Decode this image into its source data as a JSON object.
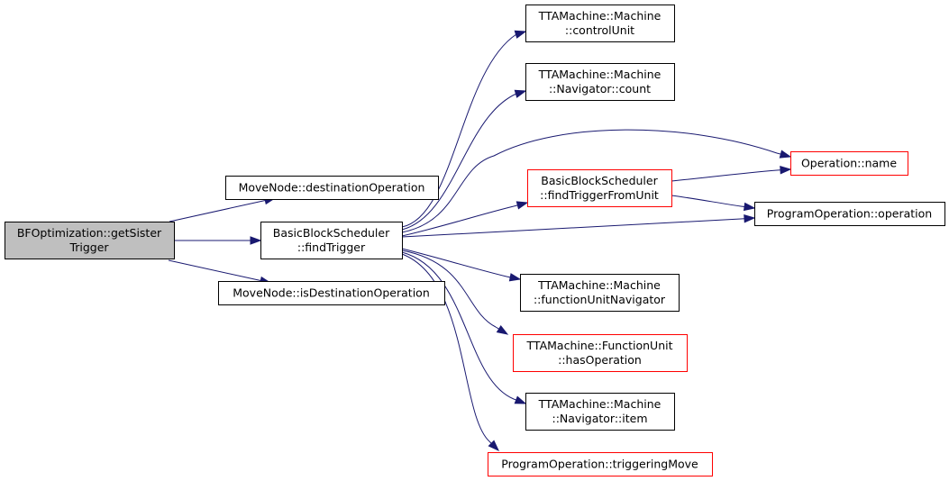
{
  "colors": {
    "edge": "#191970",
    "node_border_default": "#000000",
    "node_border_incomplete": "#ff0000",
    "node_fill_root": "#bfbfbf",
    "node_fill": "#ffffff"
  },
  "nodes": {
    "root": {
      "lines": [
        "BFOptimization::getSister",
        "Trigger"
      ]
    },
    "dest_op": {
      "lines": [
        "MoveNode::destinationOperation"
      ]
    },
    "find_trigger": {
      "lines": [
        "BasicBlockScheduler",
        "::findTrigger"
      ]
    },
    "is_dest_op": {
      "lines": [
        "MoveNode::isDestinationOperation"
      ]
    },
    "control_unit": {
      "lines": [
        "TTAMachine::Machine",
        "::controlUnit"
      ]
    },
    "nav_count": {
      "lines": [
        "TTAMachine::Machine",
        "::Navigator::count"
      ]
    },
    "op_name": {
      "lines": [
        "Operation::name"
      ]
    },
    "find_from_unit": {
      "lines": [
        "BasicBlockScheduler",
        "::findTriggerFromUnit"
      ]
    },
    "prog_op": {
      "lines": [
        "ProgramOperation::operation"
      ]
    },
    "fu_nav": {
      "lines": [
        "TTAMachine::Machine",
        "::functionUnitNavigator"
      ]
    },
    "has_op": {
      "lines": [
        "TTAMachine::FunctionUnit",
        "::hasOperation"
      ]
    },
    "nav_item": {
      "lines": [
        "TTAMachine::Machine",
        "::Navigator::item"
      ]
    },
    "trig_move": {
      "lines": [
        "ProgramOperation::triggeringMove"
      ]
    }
  }
}
